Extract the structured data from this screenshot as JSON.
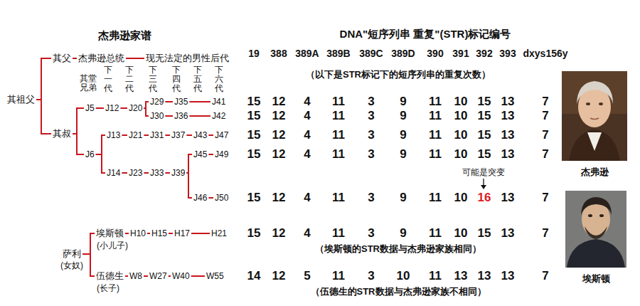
{
  "diagram": {
    "title": "杰弗逊家谱",
    "nodes": [
      {
        "text": [
          "其祖父"
        ]
      },
      {
        "text": [
          "其父"
        ]
      },
      {
        "text": [
          "杰弗逊总统"
        ]
      },
      {
        "text": [
          "现无法定的男性后代"
        ]
      },
      {
        "text": [
          "其叔"
        ]
      },
      {
        "text": [
          "J5"
        ]
      },
      {
        "text": [
          "J12"
        ]
      },
      {
        "text": [
          "J20"
        ]
      },
      {
        "text": [
          "J29"
        ]
      },
      {
        "text": [
          "J35"
        ]
      },
      {
        "text": [
          "J41"
        ]
      },
      {
        "text": [
          "J30"
        ]
      },
      {
        "text": [
          "J36"
        ]
      },
      {
        "text": [
          "J42"
        ]
      },
      {
        "text": [
          "J6"
        ]
      },
      {
        "text": [
          "J13"
        ]
      },
      {
        "text": [
          "J21"
        ]
      },
      {
        "text": [
          "J31"
        ]
      },
      {
        "text": [
          "J37"
        ]
      },
      {
        "text": [
          "J43"
        ]
      },
      {
        "text": [
          "J47"
        ]
      },
      {
        "text": [
          "J14"
        ]
      },
      {
        "text": [
          "J23"
        ]
      },
      {
        "text": [
          "J33"
        ]
      },
      {
        "text": [
          "J39"
        ]
      },
      {
        "text": [
          "J45"
        ]
      },
      {
        "text": [
          "J49"
        ]
      },
      {
        "text": [
          "J46"
        ]
      },
      {
        "text": [
          "J50"
        ]
      },
      {
        "text": [
          "萨利"
        ]
      },
      {
        "text": [
          "埃斯顿"
        ]
      },
      {
        "text": [
          "H10"
        ]
      },
      {
        "text": [
          "H15"
        ]
      },
      {
        "text": [
          "H17"
        ]
      },
      {
        "text": [
          "H21"
        ]
      },
      {
        "text": [
          "伍德生"
        ]
      },
      {
        "text": [
          "W8"
        ]
      },
      {
        "text": [
          "W27"
        ]
      },
      {
        "text": [
          "W40"
        ]
      },
      {
        "text": [
          "W55"
        ]
      }
    ],
    "edges": [
      {
        "from": 0,
        "to": 1,
        "arrow": "none"
      },
      {
        "from": 0,
        "to": 4,
        "arrow": "none"
      },
      {
        "from": 1,
        "to": 2,
        "arrow": "none"
      },
      {
        "from": 2,
        "to": 3,
        "arrow": "none"
      },
      {
        "from": 4,
        "to": 5,
        "arrow": "none"
      },
      {
        "from": 4,
        "to": 14,
        "arrow": "none"
      },
      {
        "from": 5,
        "to": 6,
        "arrow": "none"
      },
      {
        "from": 6,
        "to": 7,
        "arrow": "none"
      },
      {
        "from": 7,
        "to": 8,
        "arrow": "none"
      },
      {
        "from": 7,
        "to": 11,
        "arrow": "none"
      },
      {
        "from": 8,
        "to": 9,
        "arrow": "none"
      },
      {
        "from": 9,
        "to": 10,
        "arrow": "none"
      },
      {
        "from": 11,
        "to": 12,
        "arrow": "none"
      },
      {
        "from": 12,
        "to": 13,
        "arrow": "none"
      },
      {
        "from": 14,
        "to": 15,
        "arrow": "none"
      },
      {
        "from": 14,
        "to": 21,
        "arrow": "none"
      },
      {
        "from": 15,
        "to": 16,
        "arrow": "none"
      },
      {
        "from": 16,
        "to": 17,
        "arrow": "none"
      },
      {
        "from": 17,
        "to": 18,
        "arrow": "none"
      },
      {
        "from": 18,
        "to": 19,
        "arrow": "none"
      },
      {
        "from": 19,
        "to": 20,
        "arrow": "none"
      },
      {
        "from": 21,
        "to": 22,
        "arrow": "none"
      },
      {
        "from": 22,
        "to": 23,
        "arrow": "none"
      },
      {
        "from": 23,
        "to": 24,
        "arrow": "none"
      },
      {
        "from": 24,
        "to": 25,
        "arrow": "none"
      },
      {
        "from": 24,
        "to": 27,
        "arrow": "none"
      },
      {
        "from": 25,
        "to": 26,
        "arrow": "none"
      },
      {
        "from": 27,
        "to": 28,
        "arrow": "none"
      },
      {
        "from": 29,
        "to": 30,
        "arrow": "none"
      },
      {
        "from": 29,
        "to": 35,
        "arrow": "none"
      },
      {
        "from": 30,
        "to": 31,
        "arrow": "none"
      },
      {
        "from": 31,
        "to": 32,
        "arrow": "none"
      },
      {
        "from": 32,
        "to": 33,
        "arrow": "none"
      },
      {
        "from": 33,
        "to": 34,
        "arrow": "none"
      },
      {
        "from": 35,
        "to": 36,
        "arrow": "none"
      },
      {
        "from": 36,
        "to": 37,
        "arrow": "none"
      },
      {
        "from": 37,
        "to": 38,
        "arrow": "none"
      },
      {
        "from": 38,
        "to": 39,
        "arrow": "none"
      }
    ],
    "labels": [
      "DNA\"短序列串 重复\"(STR)标记编号",
      "19",
      "388",
      "389A",
      "389B",
      "389C",
      "389D",
      "390",
      "391",
      "392",
      "393",
      "dxys156y",
      "（以下是STR标记下的短序列串的重复次数）",
      "其堂兄弟",
      "下一代",
      "下二代",
      "下三代",
      "下四代",
      "下五代",
      "下六代",
      "15",
      "12",
      "4",
      "11",
      "3",
      "9",
      "11",
      "10",
      "15",
      "13",
      "7",
      "15",
      "12",
      "4",
      "11",
      "3",
      "9",
      "11",
      "10",
      "15",
      "13",
      "7",
      "15",
      "12",
      "4",
      "11",
      "3",
      "9",
      "11",
      "10",
      "15",
      "13",
      "7",
      "15",
      "12",
      "4",
      "11",
      "3",
      "9",
      "11",
      "10",
      "15",
      "13",
      "7",
      "可能是突变",
      "15",
      "12",
      "4",
      "11",
      "3",
      "9",
      "11",
      "10",
      "16",
      "13",
      "7",
      "15",
      "12",
      "4",
      "11",
      "3",
      "9",
      "11",
      "10",
      "15",
      "13",
      "7",
      "（埃斯顿的STR数据与杰弗逊家族相同）",
      "14",
      "12",
      "5",
      "11",
      "3",
      "10",
      "11",
      "13",
      "13",
      "13",
      "7",
      "（伍德生的STR数据与杰弗逊家族不相同）",
      "(女奴)",
      "(小儿子)",
      "(长子)",
      "杰弗逊",
      "埃斯顿"
    ]
  }
}
